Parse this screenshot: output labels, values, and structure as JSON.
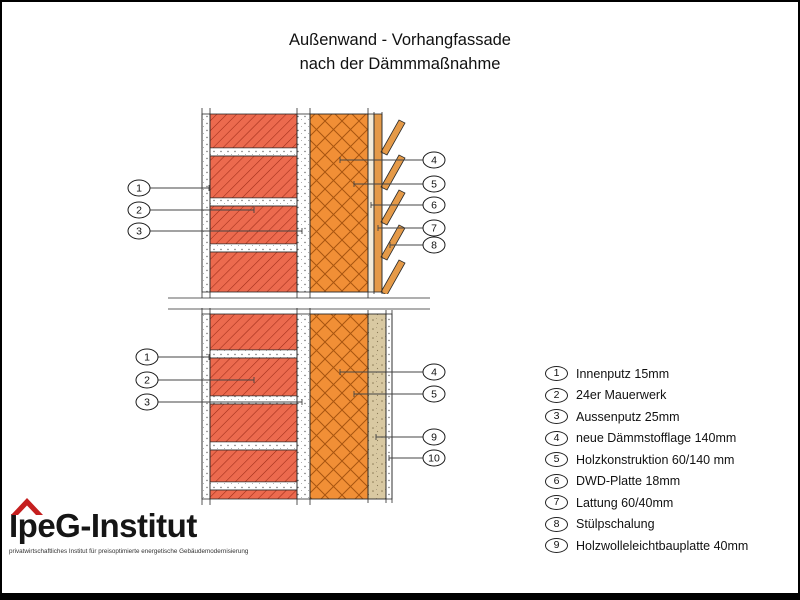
{
  "title": {
    "line1": "Außenwand - Vorhangfassade",
    "line2": "nach der Dämmmaßnahme"
  },
  "callouts": {
    "upper_left": [
      "1",
      "2",
      "3"
    ],
    "upper_right": [
      "4",
      "5",
      "6",
      "7",
      "8"
    ],
    "lower_left": [
      "1",
      "2",
      "3"
    ],
    "lower_right": [
      "4",
      "5",
      "9",
      "10"
    ]
  },
  "legend": {
    "items": [
      {
        "num": "1",
        "label": "Innenputz 15mm"
      },
      {
        "num": "2",
        "label": "24er Mauerwerk"
      },
      {
        "num": "3",
        "label": "Aussenputz 25mm"
      },
      {
        "num": "4",
        "label": "neue Dämmstofflage 140mm"
      },
      {
        "num": "5",
        "label": "Holzkonstruktion 60/140 mm"
      },
      {
        "num": "6",
        "label": "DWD-Platte 18mm"
      },
      {
        "num": "7",
        "label": "Lattung 60/40mm"
      },
      {
        "num": "8",
        "label": "Stülpschalung"
      },
      {
        "num": "9",
        "label": "Holzwolleleichtbauplatte 40mm"
      }
    ]
  },
  "logo": {
    "name": "IpeG-Institut",
    "tagline": "privatwirtschaftliches Institut für preisoptimierte energetische Gebäudemodernisierung"
  },
  "colors": {
    "brick": "#ec6a4e",
    "brick_hatch": "#9e2b18",
    "insulation": "#f18f36",
    "insulation_hatch": "#a85510",
    "wood": "#e59a48",
    "board_beige": "#d9c9a2",
    "logo_red": "#c51f1f"
  }
}
